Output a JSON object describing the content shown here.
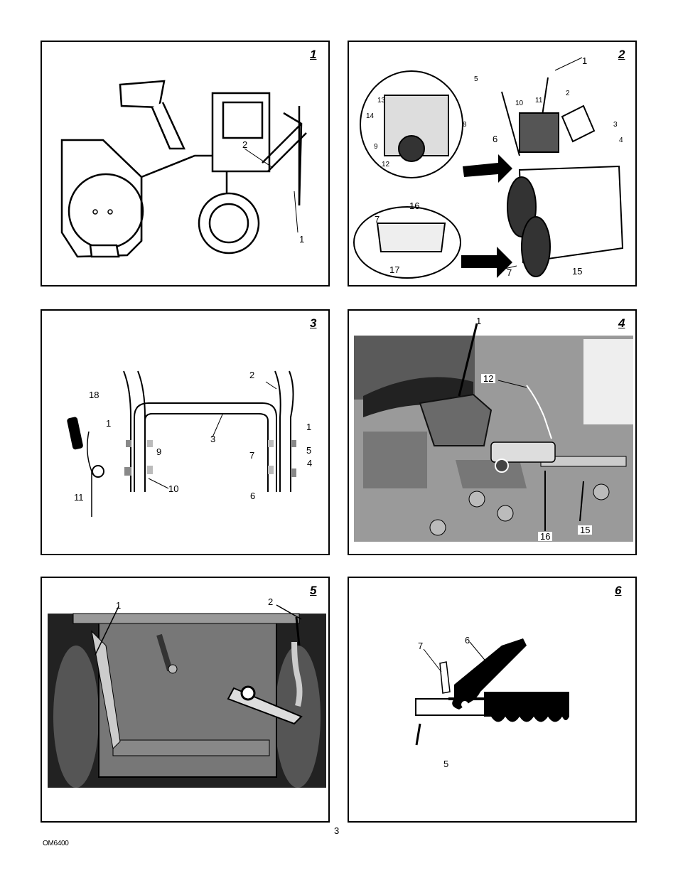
{
  "figures": [
    {
      "number": "1",
      "callouts": [
        "1",
        "2"
      ]
    },
    {
      "number": "2",
      "callouts": [
        "1",
        "2",
        "3",
        "4",
        "5",
        "6",
        "7",
        "8",
        "9",
        "10",
        "11",
        "12",
        "13",
        "14",
        "15",
        "16",
        "17",
        "7"
      ]
    },
    {
      "number": "3",
      "callouts": [
        "1",
        "2",
        "3",
        "1",
        "4",
        "5",
        "6",
        "7",
        "9",
        "10",
        "11",
        "18"
      ]
    },
    {
      "number": "4",
      "callouts": [
        "1",
        "12",
        "15",
        "16"
      ]
    },
    {
      "number": "5",
      "callouts": [
        "1",
        "2"
      ]
    },
    {
      "number": "6",
      "callouts": [
        "5",
        "6",
        "7"
      ]
    }
  ],
  "page_number": "3",
  "doc_id": "OM6400",
  "colors": {
    "ink": "#000000",
    "paper": "#ffffff",
    "shade": "#555555",
    "light_shade": "#9a9a9a"
  }
}
